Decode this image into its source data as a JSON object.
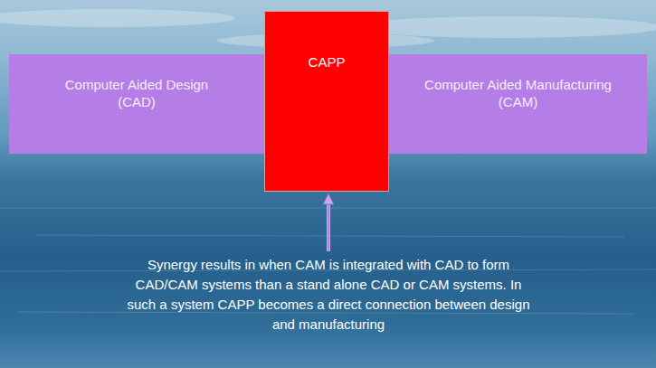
{
  "diagram": {
    "nodes": [
      {
        "text": [
          "Computer Aided Design (CAD)"
        ]
      },
      {
        "text": [
          "CAPP"
        ]
      },
      {
        "text": [
          "Computer Aided Manufacturing (CAM)"
        ]
      }
    ],
    "labels": [
      "Synergy results in when CAM is integrated with CAD to form CAD/CAM systems than a stand alone CAD or CAM systems. In such a system CAPP becomes a direct connection between design and manufacturing"
    ]
  }
}
